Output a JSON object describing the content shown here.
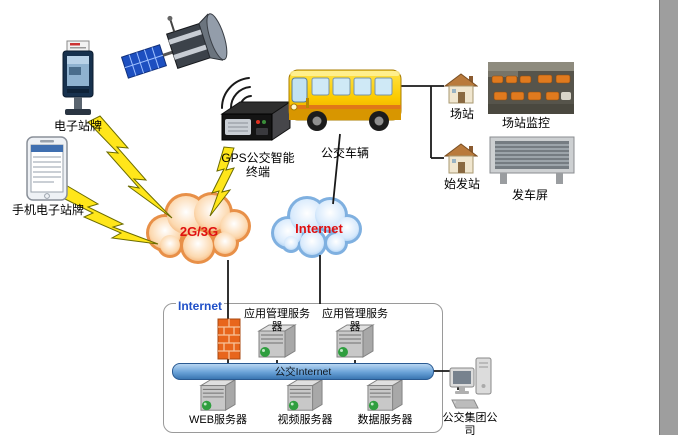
{
  "colors": {
    "cloud_text": "#e01010",
    "gateway_text": "#2050c8",
    "lightning_fill": "#ffe61a",
    "bar_fill": "#6aa2d8",
    "line": "#1a1a1a",
    "page_edge": "#9e9e9e"
  },
  "nodes": {
    "kiosk": {
      "label": "电子站牌"
    },
    "phone": {
      "label": "手机电子站牌"
    },
    "gps_terminal": {
      "label": "GPS公交智能终端"
    },
    "bus": {
      "label": "公交车辆"
    },
    "depot": {
      "label": "场站"
    },
    "depot_monitor": {
      "label": "场站监控"
    },
    "origin_station": {
      "label": "始发站"
    },
    "departure_screen": {
      "label": "发车屏"
    },
    "cloud_2g3g": {
      "label": "2G/3G"
    },
    "cloud_internet": {
      "label": "Internet"
    },
    "gateway": {
      "label": "Internet"
    },
    "app_server_1": {
      "label": "应用管理服务器"
    },
    "app_server_2": {
      "label": "应用管理服务器"
    },
    "backbone": {
      "label": "公交Internet"
    },
    "web_server": {
      "label": "WEB服务器"
    },
    "video_server": {
      "label": "视频服务器"
    },
    "data_server": {
      "label": "数据服务器"
    },
    "group_company": {
      "label": "公交集团公司"
    }
  }
}
